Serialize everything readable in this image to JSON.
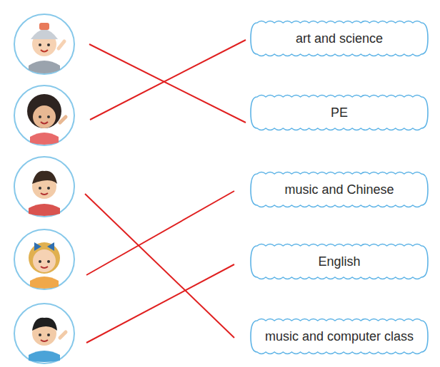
{
  "diagram": {
    "nodes": [
      {
        "text": [
          "art and science"
        ]
      },
      {
        "text": [
          "PE"
        ]
      },
      {
        "text": [
          "music and Chinese"
        ]
      },
      {
        "text": [
          "English"
        ]
      },
      {
        "text": [
          "music and computer class"
        ]
      }
    ]
  }
}
